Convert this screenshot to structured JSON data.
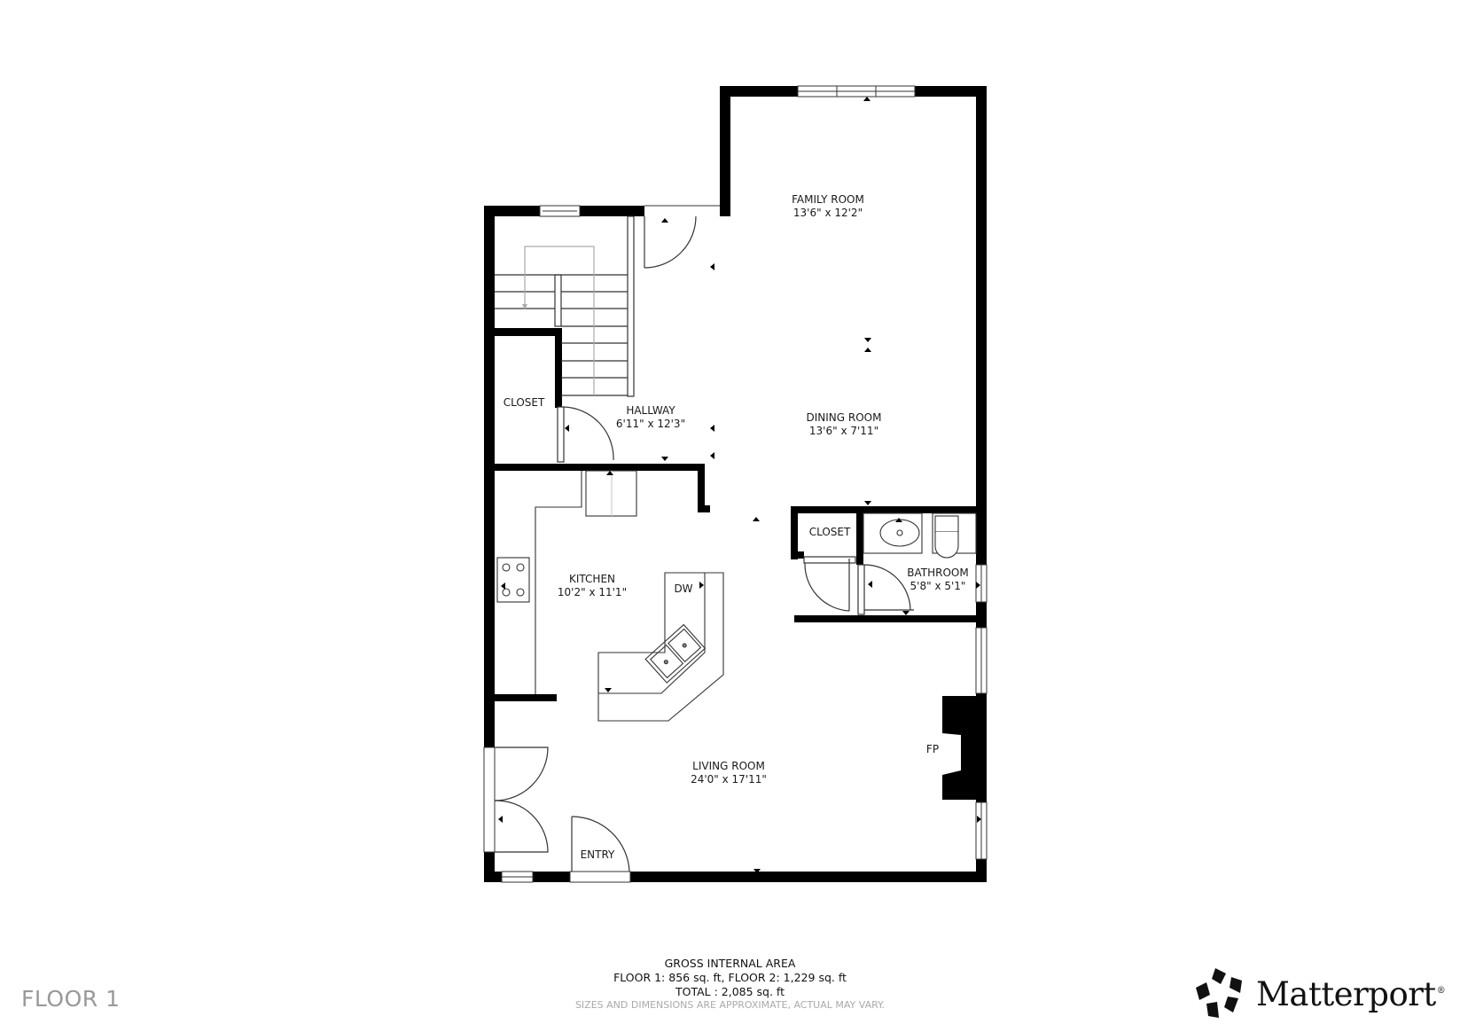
{
  "floor_plan": {
    "floor_label": "FLOOR 1",
    "rooms": [
      {
        "name": "FAMILY ROOM",
        "dimensions": "13'6\" x 12'2\""
      },
      {
        "name": "DINING ROOM",
        "dimensions": "13'6\" x 7'11\""
      },
      {
        "name": "HALLWAY",
        "dimensions": "6'11\" x 12'3\""
      },
      {
        "name": "CLOSET",
        "dimensions": ""
      },
      {
        "name": "KITCHEN",
        "dimensions": "10'2\" x 11'1\""
      },
      {
        "name": "CLOSET",
        "dimensions": ""
      },
      {
        "name": "BATHROOM",
        "dimensions": "5'8\" x 5'1\""
      },
      {
        "name": "LIVING ROOM",
        "dimensions": "24'0\" x 17'11\""
      },
      {
        "name": "ENTRY",
        "dimensions": ""
      }
    ],
    "fixtures": {
      "dishwasher": "DW",
      "fireplace": "FP"
    }
  },
  "footer": {
    "title": "GROSS INTERNAL AREA",
    "floors": "FLOOR 1: 856 sq. ft, FLOOR 2: 1,229 sq. ft",
    "total": "TOTAL :  2,085 sq. ft",
    "note": "SIZES AND DIMENSIONS ARE APPROXIMATE, ACTUAL MAY VARY."
  },
  "brand": {
    "name": "Matterport",
    "registered": "®"
  }
}
